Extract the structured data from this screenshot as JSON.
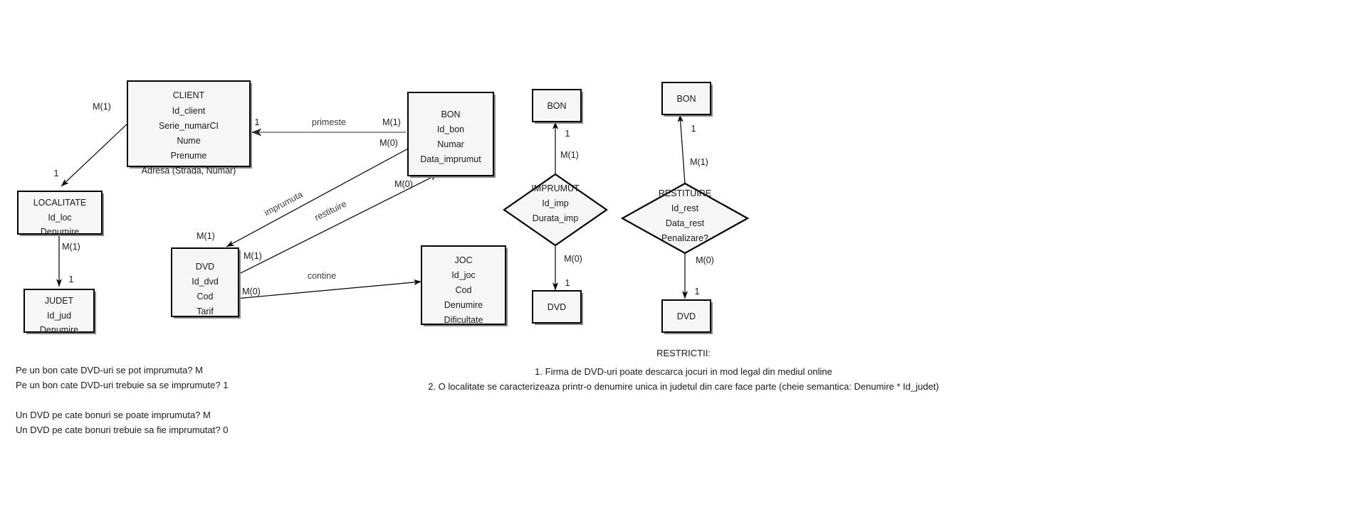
{
  "diagram": {
    "type": "entity-relationship-diagram",
    "language": "ro",
    "entities": [
      {
        "id": "client",
        "name": "CLIENT",
        "attributes": [
          "Id_client",
          "Serie_numarCI",
          "Nume",
          "Prenume",
          "Adresa (Strada, Numar)"
        ]
      },
      {
        "id": "localitate",
        "name": "LOCALITATE",
        "attributes": [
          "Id_loc",
          "Denumire"
        ]
      },
      {
        "id": "judet",
        "name": "JUDET",
        "attributes": [
          "Id_jud",
          "Denumire"
        ]
      },
      {
        "id": "bon",
        "name": "BON",
        "attributes": [
          "Id_bon",
          "Numar",
          "Data_imprumut"
        ]
      },
      {
        "id": "dvd",
        "name": "DVD",
        "attributes": [
          "Id_dvd",
          "Cod",
          "Tarif"
        ]
      },
      {
        "id": "joc",
        "name": "JOC",
        "attributes": [
          "Id_joc",
          "Cod",
          "Denumire",
          "Dificultate"
        ]
      },
      {
        "id": "bon_ref_1",
        "name": "BON",
        "attributes": []
      },
      {
        "id": "bon_ref_2",
        "name": "BON",
        "attributes": []
      },
      {
        "id": "dvd_ref_1",
        "name": "DVD",
        "attributes": []
      },
      {
        "id": "dvd_ref_2",
        "name": "DVD",
        "attributes": []
      }
    ],
    "relationship_diamonds": [
      {
        "id": "imprumut",
        "name": "IMPRUMUT",
        "attributes": [
          "Id_imp",
          "Durata_imp"
        ],
        "top_cardinality": "M(1)",
        "top_target_cardinality": "1",
        "bottom_cardinality": "M(0)",
        "bottom_target_cardinality": "1"
      },
      {
        "id": "restituire",
        "name": "RESTITUIRE",
        "attributes": [
          "Id_rest",
          "Data_rest",
          "Penalizare?"
        ],
        "top_cardinality": "M(1)",
        "top_target_cardinality": "1",
        "bottom_cardinality": "M(0)",
        "bottom_target_cardinality": "1"
      }
    ],
    "relationships": [
      {
        "id": "primeste",
        "label": "primeste",
        "from": "bon",
        "to": "client",
        "from_card": "M(1)",
        "to_card": "1"
      },
      {
        "id": "imprumuta",
        "label": "imprumuta",
        "from": "bon",
        "to": "dvd",
        "from_card": "M(0)",
        "to_card": "M(1)"
      },
      {
        "id": "restituire_edge",
        "label": "restituire",
        "from": "dvd",
        "to": "bon",
        "from_card": "M(1)",
        "to_card": "M(0)"
      },
      {
        "id": "contine",
        "label": "contine",
        "from": "dvd",
        "to": "joc",
        "from_card": "M(0)",
        "to_card": ""
      },
      {
        "id": "client_localitate",
        "label": "",
        "from": "client",
        "to": "localitate",
        "from_card": "M(1)",
        "to_card": "1"
      },
      {
        "id": "localitate_judet",
        "label": "",
        "from": "localitate",
        "to": "judet",
        "from_card": "M(1)",
        "to_card": "1"
      }
    ]
  },
  "notes": {
    "questions": [
      "Pe un bon cate DVD-uri se pot imprumuta? M",
      "Pe un bon cate DVD-uri trebuie sa se imprumute? 1",
      "",
      "Un DVD pe cate bonuri se poate imprumuta? M",
      "Un DVD pe cate bonuri trebuie sa fie imprumutat? 0"
    ]
  },
  "restrictions": {
    "title": "RESTRICTII:",
    "items": [
      "1. Firma de DVD-uri poate descarca jocuri in mod legal din mediul online",
      "2. O localitate se caracterizeaza printr-o denumire unica in judetul din care face parte (cheie semantica: Denumire * Id_judet)"
    ]
  },
  "colors": {
    "box_fill": "#f6f6f6",
    "stroke": "#000000",
    "shadow": "#8a8a8a",
    "grey_edge": "#6e6e6e"
  }
}
